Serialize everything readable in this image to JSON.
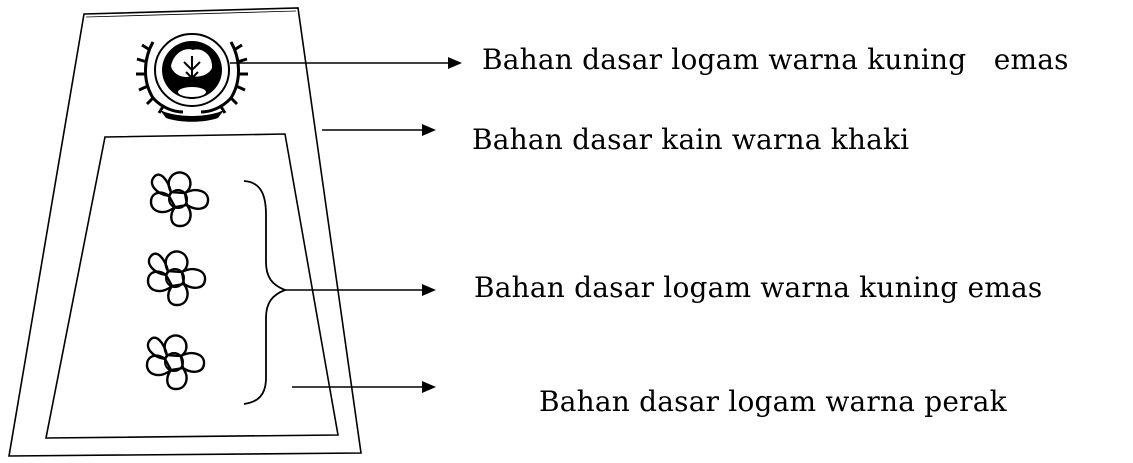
{
  "callouts": [
    "Bahan dasar logam warna kuning   emas",
    "Bahan dasar kain warna khaki",
    "Bahan dasar logam warna kuning emas",
    "Bahan dasar logam warna perak"
  ],
  "colors": {
    "ink": "#000000",
    "background": "#ffffff"
  },
  "icons": {
    "emblem": "garuda-emblem-icon",
    "rank": "star-flower-icon"
  }
}
